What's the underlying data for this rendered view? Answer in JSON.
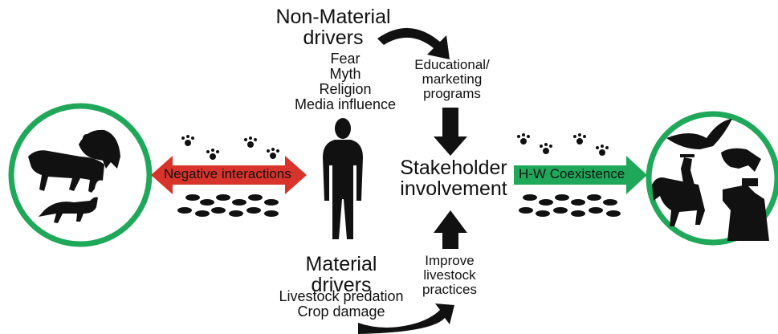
{
  "non_material": {
    "title_line1": "Non-Material",
    "title_line2": "drivers",
    "items": [
      "Fear",
      "Myth",
      "Religion",
      "Media influence"
    ]
  },
  "educational": {
    "line1": "Educational/",
    "line2": "marketing",
    "line3": "programs"
  },
  "stakeholder": {
    "line1": "Stakeholder",
    "line2": "involvement"
  },
  "improve": {
    "line1": "Improve",
    "line2": "livestock",
    "line3": "practices"
  },
  "material": {
    "title_line1": "Material",
    "title_line2": "drivers",
    "items": [
      "Livestock predation",
      "Crop damage"
    ]
  },
  "negative_arrow": {
    "label": "Negative interactions",
    "color": "#d9342b"
  },
  "coexistence_arrow": {
    "label": "H-W Coexistence",
    "color": "#1fa85a"
  },
  "circle_color": "#1fa85a",
  "icons": [
    "wildlife-circle-icon",
    "human-figure-icon",
    "paw-print-icon",
    "footprint-icon",
    "coexistence-circle-icon"
  ]
}
